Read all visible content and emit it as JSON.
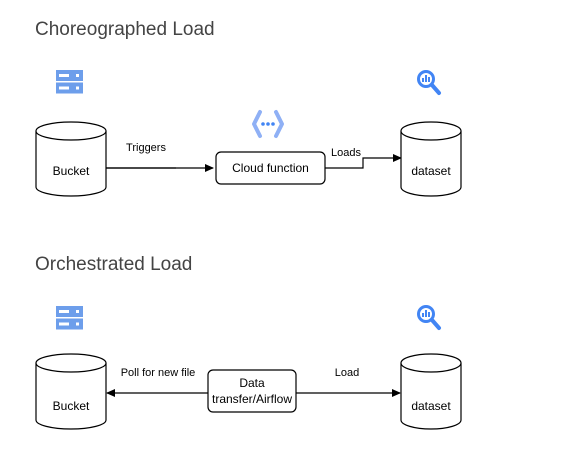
{
  "diagrams": [
    {
      "title": "Choreographed Load",
      "source": {
        "label": "Bucket",
        "icon": "cloud-storage-icon"
      },
      "middle": {
        "label_lines": [
          "Cloud function"
        ],
        "icon": "cloud-functions-icon"
      },
      "target": {
        "label": "dataset",
        "icon": "bigquery-icon"
      },
      "left_edge": {
        "label": "Triggers",
        "direction": "source-to-middle"
      },
      "right_edge": {
        "label": "Loads",
        "direction": "middle-to-target"
      }
    },
    {
      "title": "Orchestrated Load",
      "source": {
        "label": "Bucket",
        "icon": "cloud-storage-icon"
      },
      "middle": {
        "label_lines": [
          "Data",
          "transfer/Airflow"
        ]
      },
      "target": {
        "label": "dataset",
        "icon": "bigquery-icon"
      },
      "left_edge": {
        "label": "Poll for new file",
        "direction": "middle-to-source"
      },
      "right_edge": {
        "label": "Load",
        "direction": "middle-to-target"
      }
    }
  ],
  "colors": {
    "storage_blue": "#6d9eeb",
    "bigquery_blue": "#4285f4",
    "functions_blue": "#8fb0f5",
    "stroke": "#000000",
    "title_text": "#444444"
  }
}
